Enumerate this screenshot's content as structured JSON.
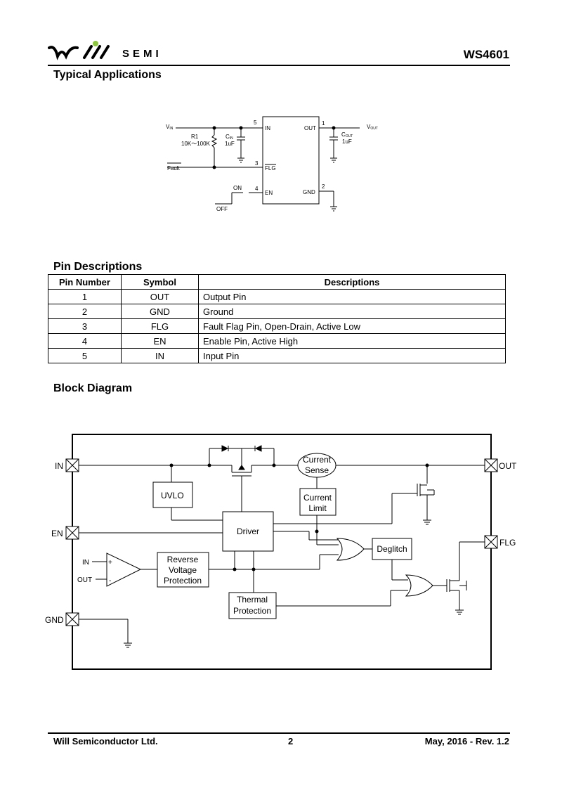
{
  "header": {
    "logo_text": "SEMI",
    "doc_id": "WS4601"
  },
  "sections": {
    "typical_apps": "Typical Applications",
    "pin_desc": "Pin Descriptions",
    "block_diagram": "Block Diagram"
  },
  "typical_circuit": {
    "vin": "V",
    "vin_sub": "IN",
    "vout": "V",
    "vout_sub": "OUT",
    "r1_name": "R1",
    "r1_value": "10K～100K",
    "cin_name": "C",
    "cin_sub": "IN",
    "cin_value": "1uF",
    "cout_name": "C",
    "cout_sub": "OUT",
    "cout_value": "1uF",
    "fault": "Fault",
    "on": "ON",
    "off": "OFF",
    "pin_in": "IN",
    "pin_flg": "FLG",
    "pin_en": "EN",
    "pin_out": "OUT",
    "pin_gnd": "GND",
    "pin_num_5": "5",
    "pin_num_3": "3",
    "pin_num_4": "4",
    "pin_num_1": "1",
    "pin_num_2": "2"
  },
  "pin_table": {
    "headers": [
      "Pin Number",
      "Symbol",
      "Descriptions"
    ],
    "rows": [
      [
        "1",
        "OUT",
        "Output Pin"
      ],
      [
        "2",
        "GND",
        "Ground"
      ],
      [
        "3",
        "FLG",
        "Fault Flag Pin, Open-Drain, Active Low"
      ],
      [
        "4",
        "EN",
        "Enable Pin, Active High"
      ],
      [
        "5",
        "IN",
        "Input Pin"
      ]
    ]
  },
  "block": {
    "pin_in": "IN",
    "pin_en": "EN",
    "pin_gnd": "GND",
    "pin_out": "OUT",
    "pin_flg": "FLG",
    "uvlo": "UVLO",
    "current_sense_1": "Current",
    "current_sense_2": "Sense",
    "current_limit_1": "Current",
    "current_limit_2": "Limit",
    "driver": "Driver",
    "deglitch": "Deglitch",
    "rvp_1": "Reverse",
    "rvp_2": "Voltage",
    "rvp_3": "Protection",
    "thermal_1": "Thermal",
    "thermal_2": "Protection",
    "comp_in": "IN",
    "comp_out": "OUT",
    "comp_plus": "+",
    "comp_minus": "-"
  },
  "footer": {
    "company": "Will Semiconductor Ltd.",
    "page": "2",
    "date_rev": "May, 2016 - Rev. 1.2"
  }
}
